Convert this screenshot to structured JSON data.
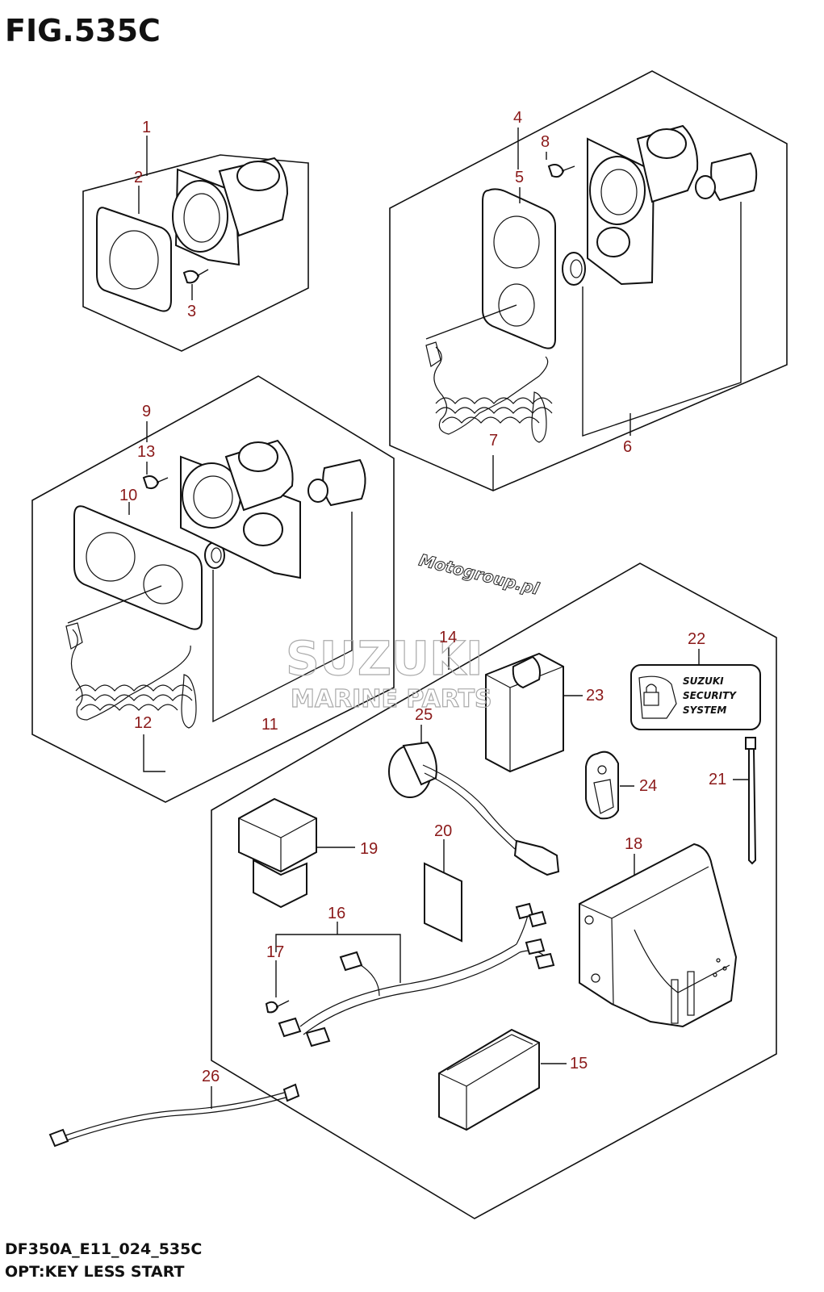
{
  "figure": {
    "title": "FIG.535C",
    "model_code": "DF350A_E11_024_535C",
    "description": "OPT:KEY LESS START"
  },
  "callouts": [
    "1",
    "2",
    "3",
    "4",
    "5",
    "6",
    "7",
    "8",
    "9",
    "10",
    "11",
    "12",
    "13",
    "14",
    "15",
    "16",
    "17",
    "18",
    "19",
    "20",
    "21",
    "22",
    "23",
    "24",
    "25",
    "26"
  ],
  "security_label": {
    "line1": "SUZUKI",
    "line2": "SECURITY",
    "line3": "SYSTEM"
  },
  "watermarks": {
    "site": "Motogroup.pl",
    "brand": "SUZUKI",
    "brand_sub": "MARINE PARTS"
  },
  "colors": {
    "callout": "#8b1a1a",
    "line": "#111111"
  }
}
